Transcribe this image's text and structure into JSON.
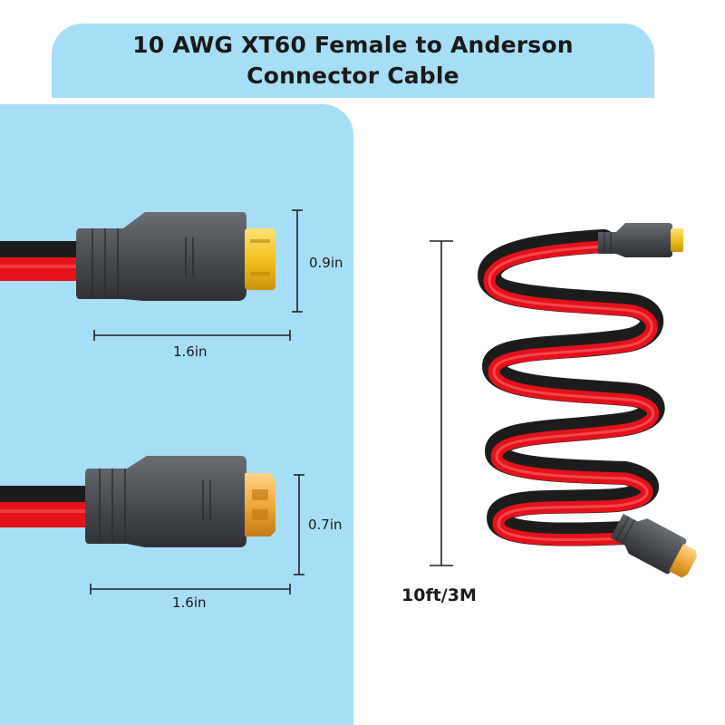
{
  "title": {
    "line1": "10 AWG XT60 Female to Anderson",
    "line2": "Connector Cable"
  },
  "connector_top": {
    "height_label": "0.9in",
    "width_label": "1.6in"
  },
  "connector_bottom": {
    "height_label": "0.7in",
    "width_label": "1.6in"
  },
  "cable": {
    "length_label": "10ft/3M"
  },
  "colors": {
    "panel": "#a7def7",
    "wire_red": "#e4121a",
    "wire_black": "#1c1c1c",
    "housing": "#4a4d52",
    "contact": "#f2c11d"
  }
}
